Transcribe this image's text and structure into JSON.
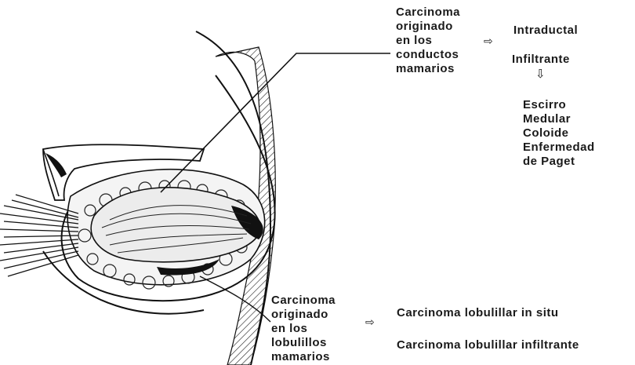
{
  "ductal": {
    "origin_lines": [
      "Carcinoma",
      "originado",
      "en los",
      "conductos",
      "mamarios"
    ],
    "types": [
      "Intraductal",
      "Infiltrante"
    ],
    "infiltrante_subtypes": [
      "Escirro",
      "Medular",
      "Coloide",
      "Enfermedad",
      "de Paget"
    ]
  },
  "lobular": {
    "origin_lines": [
      "Carcinoma",
      "originado",
      "en los",
      "lobulillos",
      "mamarios"
    ],
    "types": [
      "Carcinoma lobulillar in situ",
      "Carcinoma lobulillar infiltrante"
    ]
  },
  "colors": {
    "ink": "#1a1a1a",
    "background": "#ffffff"
  }
}
